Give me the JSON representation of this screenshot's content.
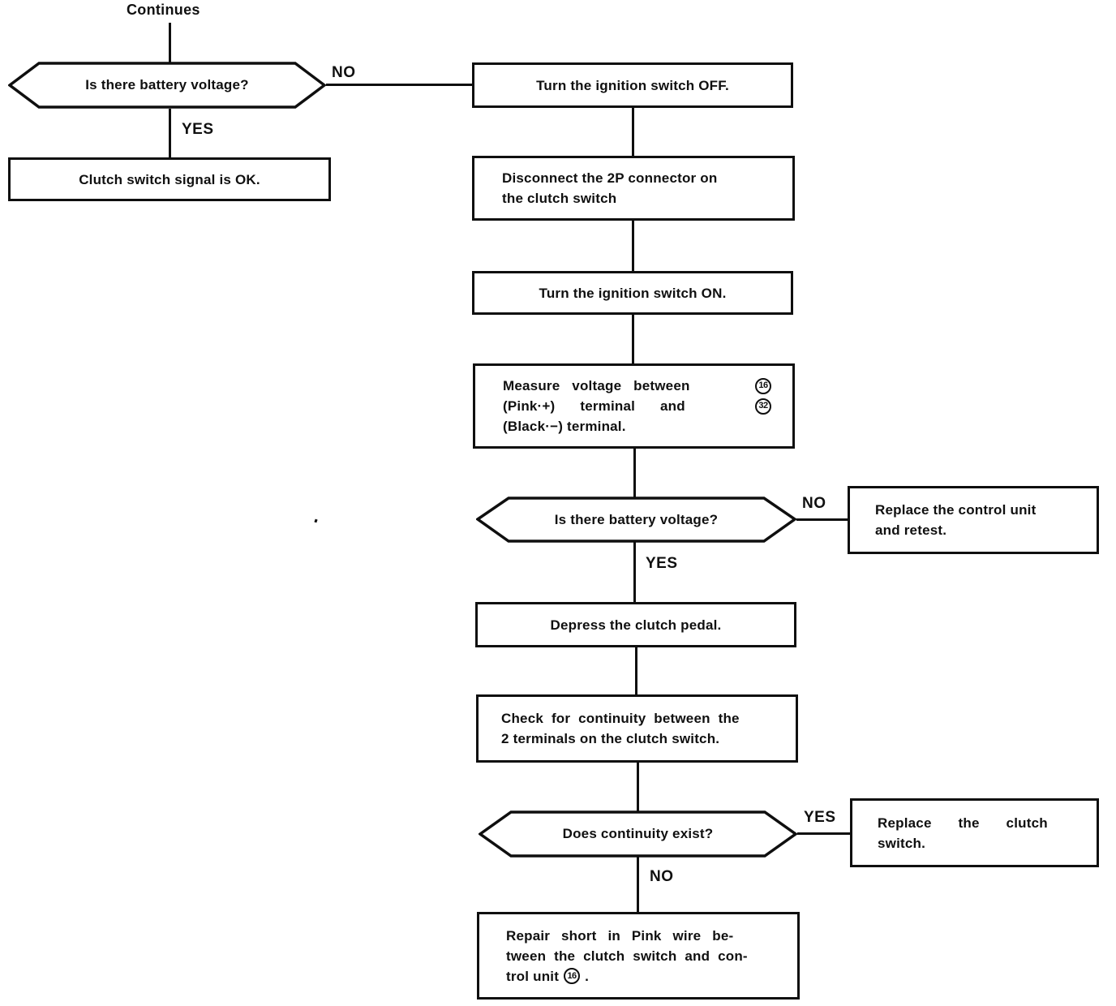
{
  "diagram": {
    "continues_label": "Continues",
    "edge_labels": {
      "no1": "NO",
      "yes1": "YES",
      "no2": "NO",
      "yes2": "YES",
      "yes3": "YES",
      "no3": "NO"
    },
    "nodes": {
      "q_battery_1": "Is there battery voltage?",
      "clutch_ok": "Clutch switch signal is OK.",
      "ign_off": "Turn the ignition switch OFF.",
      "disconnect_2p": {
        "line1": "Disconnect the 2P connector on",
        "line2": "the clutch switch"
      },
      "ign_on": "Turn the ignition switch ON.",
      "measure": {
        "line1": "Measure voltage between",
        "line1_pin": "16",
        "line2": "(Pink·+) terminal and",
        "line2_pin": "32",
        "line3": "(Black·−) terminal."
      },
      "q_battery_2": "Is there battery voltage?",
      "replace_control_unit": {
        "line1": "Replace the control unit",
        "line2": "and retest."
      },
      "depress_pedal": "Depress the clutch pedal.",
      "check_continuity": {
        "line1": "Check for continuity between the",
        "line2": "2 terminals on the clutch switch."
      },
      "q_continuity": "Does continuity exist?",
      "replace_clutch_switch": {
        "line1": "Replace the clutch",
        "line2": "switch."
      },
      "repair_short": {
        "line1": "Repair short in Pink wire be-",
        "line2": "tween the clutch switch and con-",
        "line3": "trol unit",
        "pin": "16",
        "suffix": "."
      }
    }
  }
}
